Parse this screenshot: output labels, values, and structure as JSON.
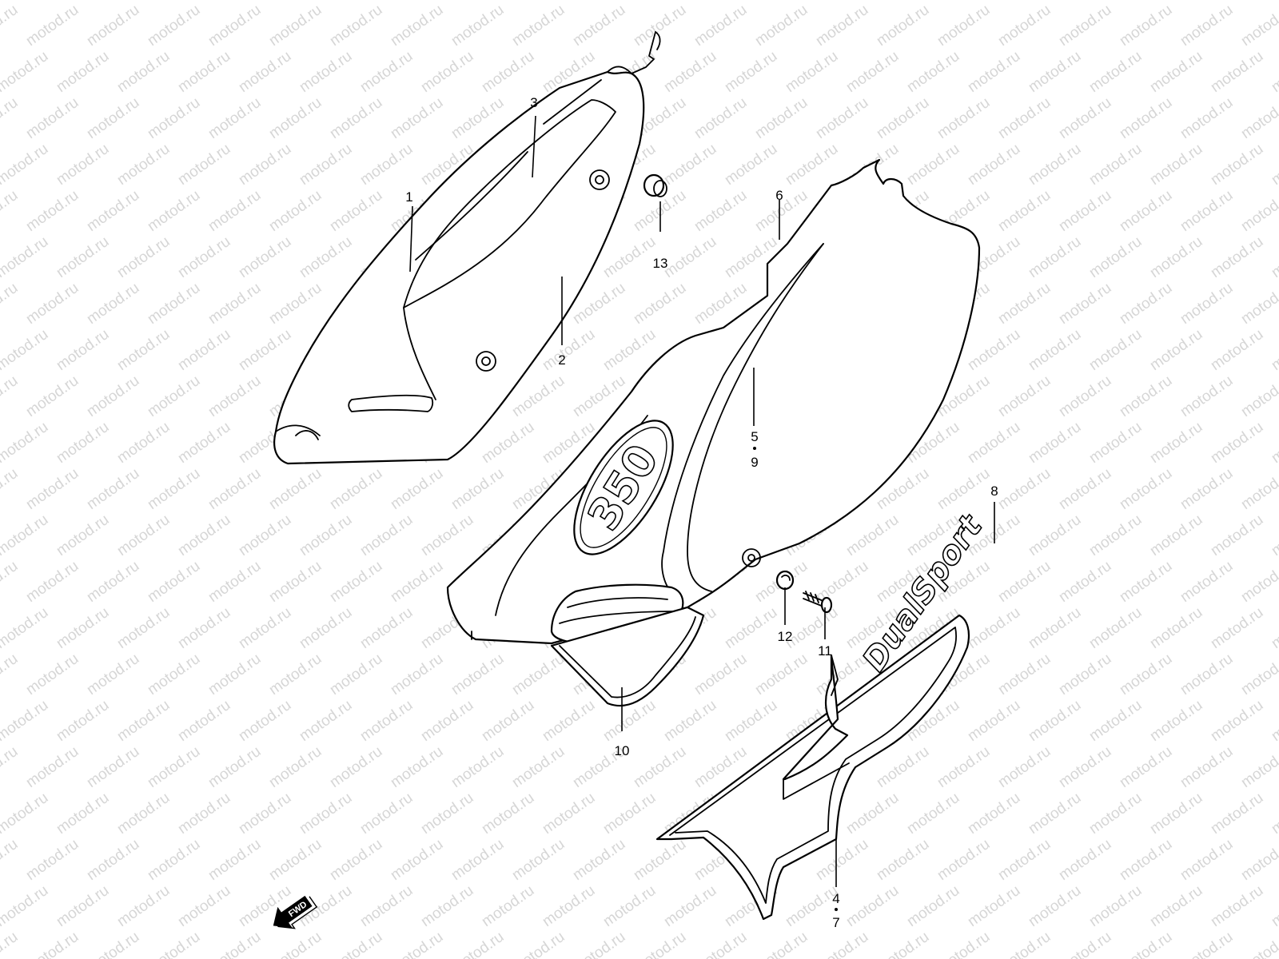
{
  "watermark": "motod.ru",
  "callouts": {
    "c1": "1",
    "c2": "2",
    "c3": "3",
    "c4": "4",
    "c7": "7",
    "c5": "5",
    "c9": "9",
    "c6": "6",
    "c8": "8",
    "c10": "10",
    "c11": "11",
    "c12": "12",
    "c13": "13"
  },
  "decal_350": "350",
  "decal_brand": "DualSport",
  "fwd_label": "FWD"
}
